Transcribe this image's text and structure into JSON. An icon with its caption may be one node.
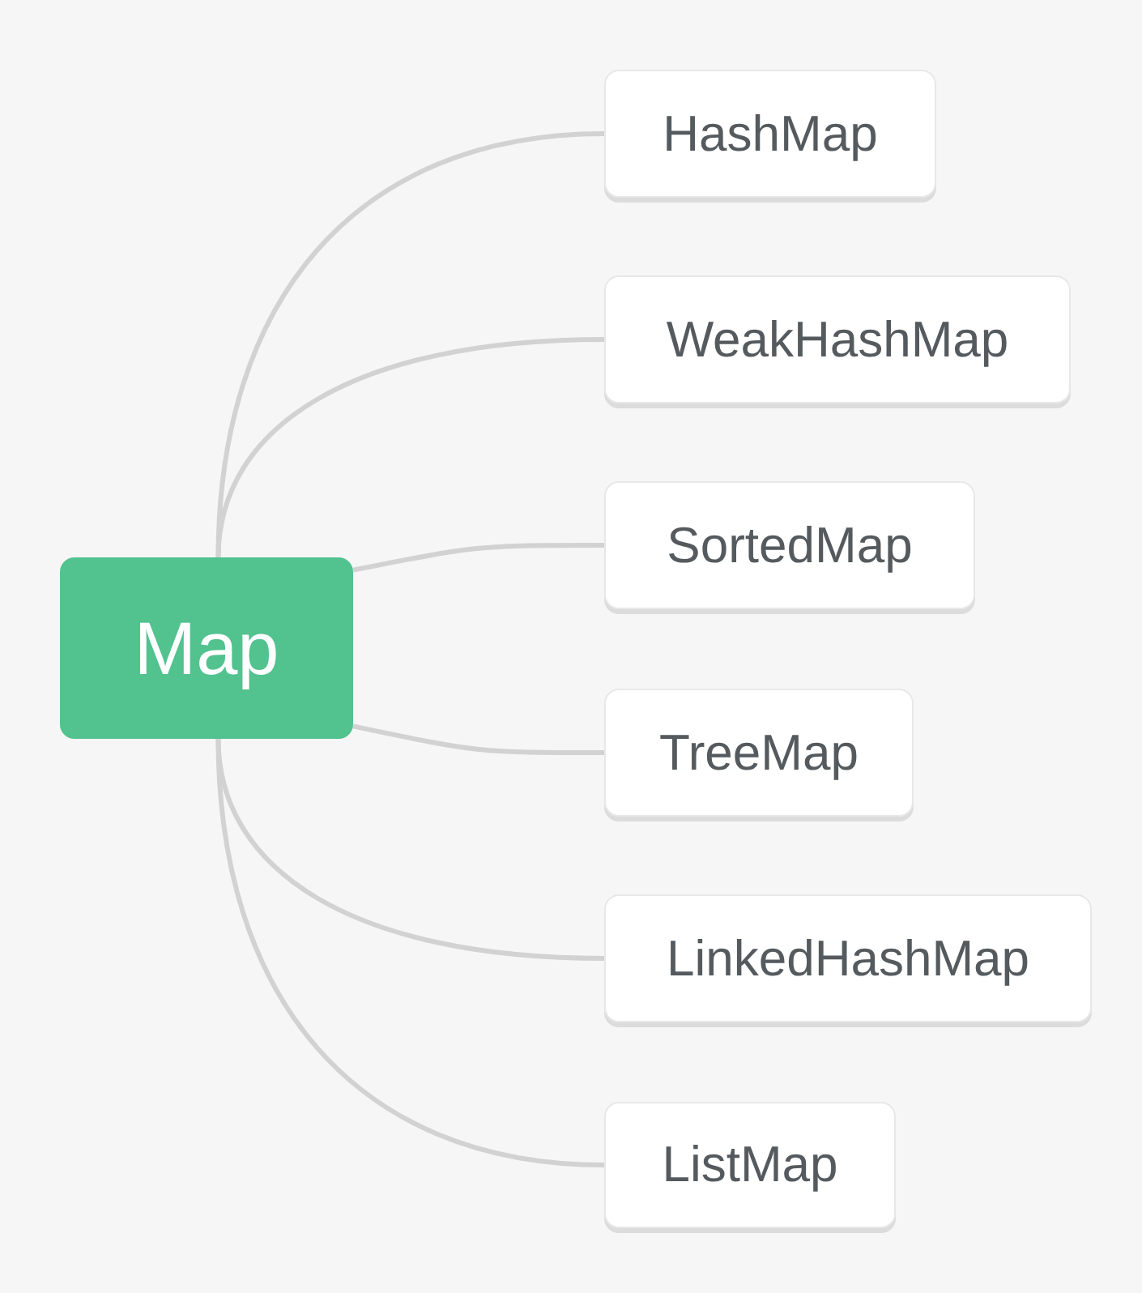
{
  "diagram": {
    "nodes": [
      {
        "text": [
          "Map"
        ]
      },
      {
        "text": [
          "HashMap"
        ]
      },
      {
        "text": [
          "WeakHashMap"
        ]
      },
      {
        "text": [
          "SortedMap"
        ]
      },
      {
        "text": [
          "TreeMap"
        ]
      },
      {
        "text": [
          "LinkedHashMap"
        ]
      },
      {
        "text": [
          "ListMap"
        ]
      }
    ],
    "edges": [
      {
        "from": 0,
        "to": 1,
        "arrow": "none"
      },
      {
        "from": 0,
        "to": 2,
        "arrow": "none"
      },
      {
        "from": 0,
        "to": 3,
        "arrow": "none"
      },
      {
        "from": 0,
        "to": 4,
        "arrow": "none"
      },
      {
        "from": 0,
        "to": 5,
        "arrow": "none"
      },
      {
        "from": 0,
        "to": 6,
        "arrow": "none"
      }
    ]
  }
}
